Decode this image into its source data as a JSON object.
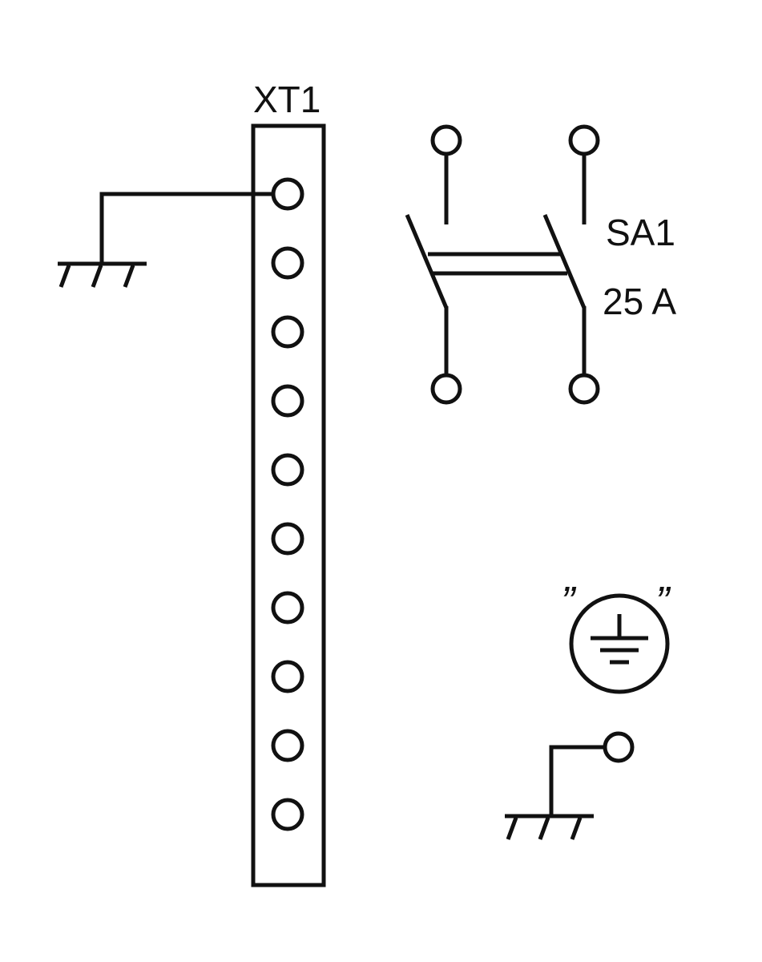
{
  "terminal_block": {
    "label": "XT1",
    "terminal_count": 10
  },
  "switch": {
    "designation": "SA1",
    "rating": "25 A"
  },
  "earth_symbol": {
    "quote_open": "”",
    "quote_close": "”"
  },
  "colors": {
    "line": "#111111",
    "background": "#ffffff"
  }
}
